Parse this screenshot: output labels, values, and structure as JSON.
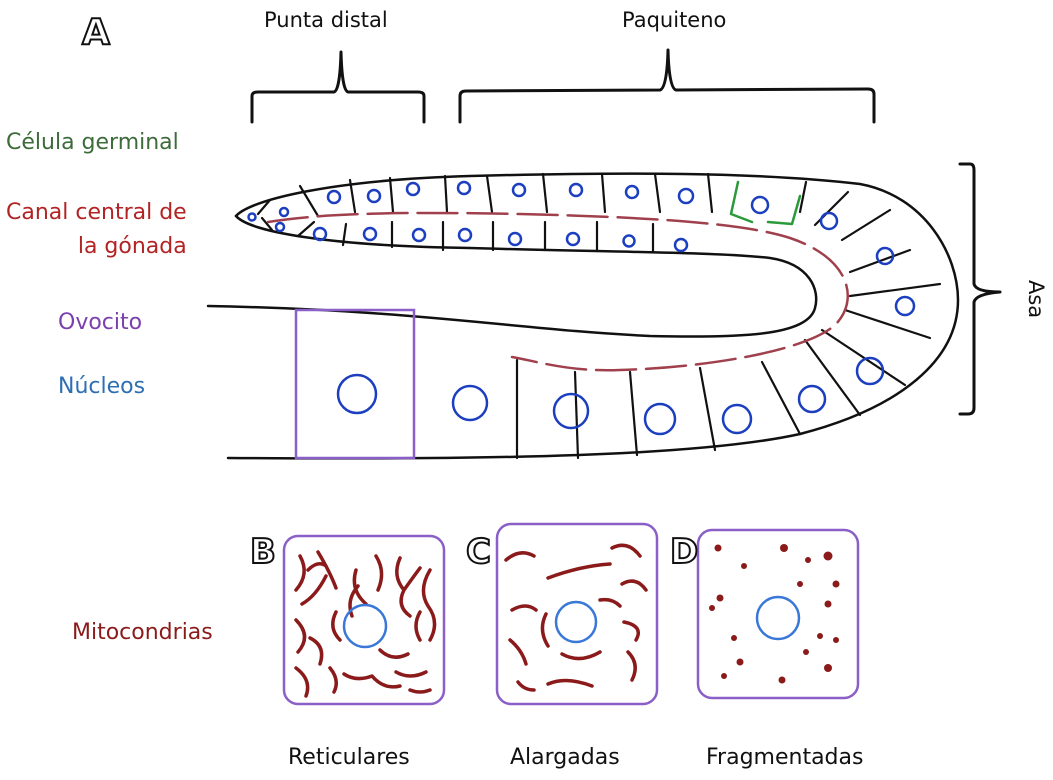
{
  "panels": {
    "a": "A",
    "b": "B",
    "c": "C",
    "d": "D"
  },
  "regions": {
    "distal_tip": "Punta distal",
    "pachytene": "Paquiteno",
    "loop": "Asa"
  },
  "legend": {
    "germ_cell": "Célula germinal",
    "central_canal": "Canal central de\nla gónada",
    "oocyte": "Ovocito",
    "nuclei": "Núcleos",
    "mitochondria": "Mitocondrias"
  },
  "mito_types": {
    "reticular": "Reticulares",
    "elongated": "Alargadas",
    "fragmented": "Fragmentadas"
  },
  "colors": {
    "germ_cell": "#3d6b3a",
    "central_canal": "#b22323",
    "oocyte": "#7b3fae",
    "nuclei": "#2d6fb3",
    "mitochondria": "#8b1a1a",
    "nucleus_stroke": "#1c3fbf",
    "canal_stroke": "#a0404d",
    "box_stroke": "#8a5fc7",
    "inset_nucleus": "#3a78d8",
    "germ_outline": "#2a9a3a"
  }
}
